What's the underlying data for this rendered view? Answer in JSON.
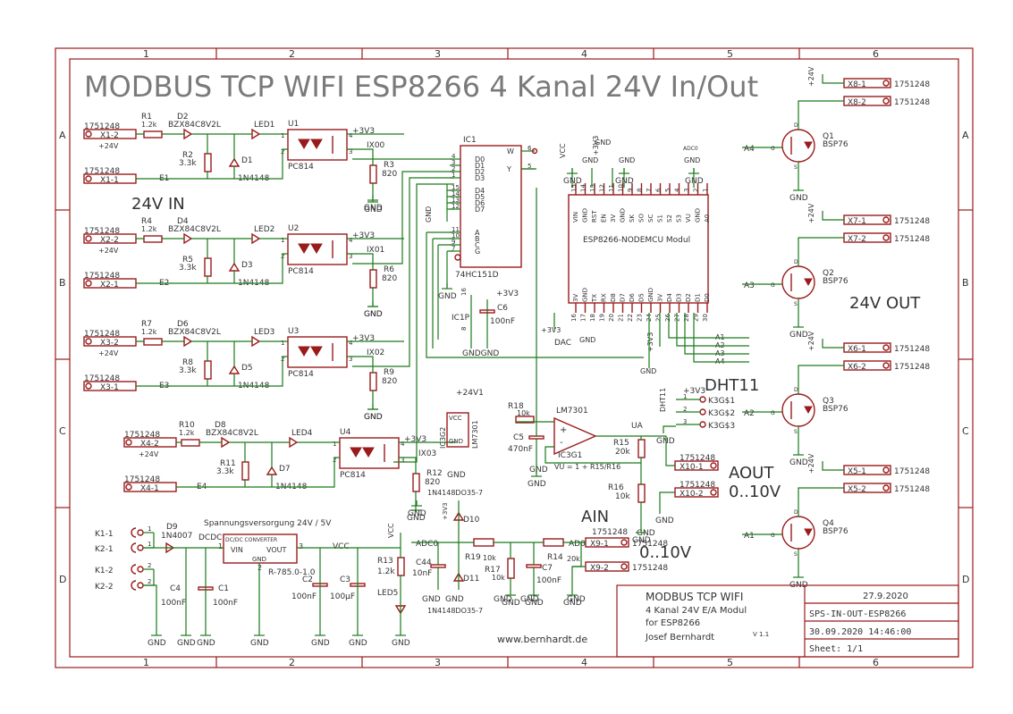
{
  "title": "MODBUS TCP WIFI ESP8266 4 Kanal 24V In/Out",
  "frame": {
    "columns": [
      "1",
      "2",
      "3",
      "4",
      "5",
      "6"
    ],
    "rows": [
      "A",
      "B",
      "C",
      "D"
    ]
  },
  "section_labels": {
    "in": "24V IN",
    "out": "24V OUT",
    "dht": "DHT11",
    "aout": "AOUT",
    "aout_range": "0..10V",
    "ain": "AIN",
    "ain_range": "0..10V",
    "power_supply": "Spannungsversorgung 24V / 5V"
  },
  "inputs": [
    {
      "term_a": "X1-2",
      "term_b": "X1-1",
      "part": "1751248",
      "r1": "R1",
      "r1v": "1.2k",
      "d_z": "D2",
      "z": "BZX84C8V2L",
      "led": "LED1",
      "r2": "R2",
      "r2v": "3.3k",
      "d": "D1",
      "dv": "1N4148",
      "opto": "U1",
      "optov": "PC814",
      "r_out": "R3",
      "r_outv": "820",
      "net": "IX00",
      "e": "E1-",
      "pwr": "+24V"
    },
    {
      "term_a": "X2-2",
      "term_b": "X2-1",
      "part": "1751248",
      "r1": "R4",
      "r1v": "1.2k",
      "d_z": "D4",
      "z": "BZX84C8V2L",
      "led": "LED2",
      "r2": "R5",
      "r2v": "3.3k",
      "d": "D3",
      "dv": "1N4148",
      "opto": "U2",
      "optov": "PC814",
      "r_out": "R6",
      "r_outv": "820",
      "net": "IX01",
      "e": "E2-",
      "pwr": "+24V"
    },
    {
      "term_a": "X3-2",
      "term_b": "X3-1",
      "part": "1751248",
      "r1": "R7",
      "r1v": "1.2k",
      "d_z": "D6",
      "z": "BZX84C8V2L",
      "led": "LED3",
      "r2": "R8",
      "r2v": "3.3k",
      "d": "D5",
      "dv": "1N4148",
      "opto": "U3",
      "optov": "PC814",
      "r_out": "R9",
      "r_outv": "820",
      "net": "IX02",
      "e": "E3-",
      "pwr": "+24V"
    },
    {
      "term_a": "X4-2",
      "term_b": "X4-1",
      "part": "1751248",
      "r1": "R10",
      "r1v": "1.2k",
      "d_z": "D8",
      "z": "BZX84C8V2L",
      "led": "LED4",
      "r2": "R11",
      "r2v": "3.3k",
      "d": "D7",
      "dv": "1N4148",
      "opto": "U4",
      "optov": "PC814",
      "r_out": "R12",
      "r_outv": "820",
      "net": "IX03",
      "e": "E4-",
      "pwr": "+24V"
    }
  ],
  "outputs": [
    {
      "t1": "X8-1",
      "t2": "X8-2",
      "part": "1751248",
      "q": "Q1",
      "qv": "BSP76",
      "net": "A4"
    },
    {
      "t1": "X7-1",
      "t2": "X7-2",
      "part": "1751248",
      "q": "Q2",
      "qv": "BSP76",
      "net": "A3"
    },
    {
      "t1": "X6-1",
      "t2": "X6-2",
      "part": "1751248",
      "q": "Q3",
      "qv": "BSP76",
      "net": "A2"
    },
    {
      "t1": "X5-1",
      "t2": "X5-2",
      "part": "1751248",
      "q": "Q4",
      "qv": "BSP76",
      "net": "A1"
    }
  ],
  "mux": {
    "name": "IC1",
    "value": "74HC151D",
    "left_pins": [
      "D0",
      "D1",
      "D2",
      "D3",
      "D4",
      "D5",
      "D6",
      "D7",
      "A",
      "B",
      "C",
      "G"
    ],
    "left_nums": [
      "4",
      "3",
      "2",
      "1",
      "15",
      "14",
      "13",
      "12",
      "11",
      "10",
      "9",
      "7"
    ],
    "right_pins": [
      "W",
      "Y"
    ],
    "right_nums": [
      "6",
      "5"
    ],
    "power_name": "IC1P",
    "pwr_pins": [
      "16",
      "8"
    ]
  },
  "esp": {
    "name": "ESP8266-NODEMCU Modul",
    "top_pins": [
      "VIN",
      "GND",
      "RST",
      "EN",
      "3V",
      "GND",
      "SK",
      "SO",
      "SC",
      "S1",
      "S2",
      "S3",
      "VU",
      "GND",
      "A0"
    ],
    "top_nums": [
      "15",
      "14",
      "13",
      "12",
      "11",
      "10",
      "9",
      "8",
      "7",
      "6",
      "5",
      "4",
      "3",
      "2",
      "1"
    ],
    "bot_pins": [
      "3V",
      "GND",
      "TX",
      "RX",
      "D8",
      "D7",
      "D6",
      "D5",
      "GND",
      "3V",
      "D4",
      "D3",
      "D2",
      "D1",
      "D0"
    ],
    "bot_nums": [
      "16",
      "17",
      "18",
      "19",
      "20",
      "21",
      "22",
      "23",
      "24",
      "25",
      "26",
      "27",
      "28",
      "29",
      "30"
    ],
    "adc_label": "ADC0"
  },
  "dht": {
    "pins": [
      "K3G$1",
      "K3G$2",
      "K3G$3"
    ],
    "nums": [
      "1",
      "2",
      "3"
    ],
    "net": "DHT11",
    "pwr": "+3V3"
  },
  "analog_out": {
    "opamp": "LM7301",
    "opamp_name": "IC3G1",
    "pwr_name": "IC3G2",
    "pwr_value": "LM7301",
    "pwr_rail": "+24V1",
    "r18": "R18",
    "r18v": "10k",
    "c5": "C5",
    "c5v": "470nF",
    "r15": "R15",
    "r15v": "20k",
    "r16": "R16",
    "r16v": "10k",
    "net": "UA",
    "formula": "VU = 1 + R15/R16",
    "t1": "X10-1",
    "t2": "X10-2",
    "part": "1751248",
    "dac": "DAC"
  },
  "analog_in": {
    "r19": "R19",
    "r19v": "10k",
    "r17": "R17",
    "r17v": "10k",
    "c7": "C7",
    "c7v": "100nF",
    "r14": "R14",
    "r14v": "20k",
    "d10": "D10",
    "d11": "D11",
    "dv": "1N4148DO35-7",
    "c44": "C44",
    "c44v": "10nF",
    "net_adc": "ADC0",
    "net_ad": "AD0",
    "t1": "X9-1",
    "t2": "X9-2",
    "part": "1751248",
    "pwr": "+3V3"
  },
  "power": {
    "k": [
      "K1-1",
      "K2-1",
      "K1-2",
      "K2-2"
    ],
    "k_nums": [
      "1",
      "1",
      "2",
      "2"
    ],
    "d9": "D9",
    "d9v": "1N4007",
    "conv_name": "DCDC",
    "conv_label": "DC/DC CONVERTER",
    "conv_in": "VIN",
    "conv_out": "VOUT",
    "conv_gnd": "GND",
    "conv_val": "R-785.0-1.0",
    "c4": "C4",
    "c4v": "100nF",
    "c1": "C1",
    "c1v": "100nF",
    "c2": "C2",
    "c2v": "100nF",
    "c3": "C3",
    "c3v": "100µF",
    "r13": "R13",
    "r13v": "1.2k",
    "led5": "LED5",
    "vcc": "VCC",
    "pins": [
      "1",
      "2",
      "3"
    ]
  },
  "labels": {
    "gnd": "GND",
    "vcc": "VCC",
    "v33": "+3V3",
    "v24": "+24V",
    "c6": "C6",
    "c6v": "100nF",
    "adc0": "ADC0",
    "dnd": "GNDGND",
    "website": "www.bernhardt.de"
  },
  "title_block": {
    "project": "MODBUS TCP WIFI",
    "line2": "4 Kanal 24V E/A  Modul",
    "line3": "for ESP8266",
    "author": "Josef Bernhardt",
    "version": "V 1.1",
    "date": "27.9.2020",
    "filename": "SPS-IN-OUT-ESP8266",
    "timestamp": "30.09.2020 14:46:00",
    "sheet": "Sheet: 1/1"
  },
  "colors": {
    "frame": "#9a1b1b",
    "wire": "#1a7a1a",
    "text": "#333333",
    "title": "#7a7a7a"
  }
}
